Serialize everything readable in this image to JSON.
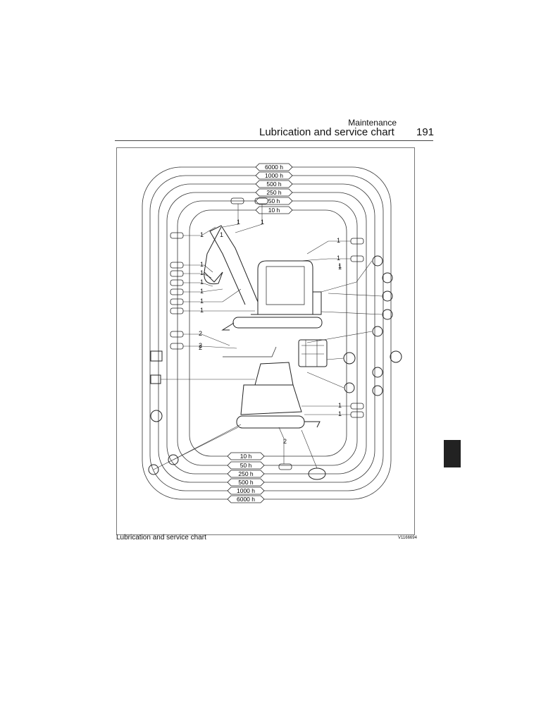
{
  "header": {
    "section": "Maintenance",
    "title": "Lubrication and service chart",
    "page_number": "191"
  },
  "figure": {
    "intervals_top": [
      "6000 h",
      "1000 h",
      "500 h",
      "250 h",
      "50 h",
      "10 h"
    ],
    "intervals_bottom": [
      "10 h",
      "50 h",
      "250 h",
      "500 h",
      "1000 h",
      "6000 h"
    ],
    "point_labels": [
      "1",
      "1",
      "1",
      "1",
      "1",
      "1",
      "1",
      "1",
      "1",
      "1",
      "1",
      "1",
      "1",
      "1",
      "2",
      "2",
      "2",
      "1",
      "1",
      "2"
    ],
    "figure_id": "V1166694",
    "caption": "Lubrication and service chart",
    "colors": {
      "line": "#333333",
      "ink": "#111111",
      "thumb_tab": "#222222"
    }
  }
}
